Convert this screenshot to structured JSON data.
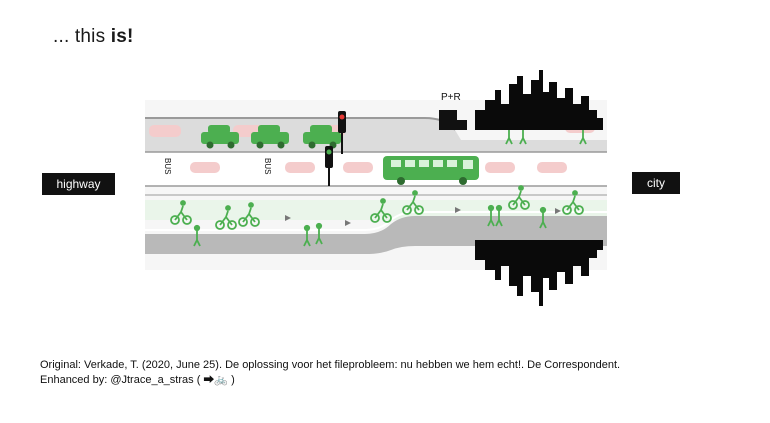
{
  "title": {
    "prefix": "... this ",
    "emphasis": "is!"
  },
  "labels": {
    "highway": "highway",
    "city": "city",
    "park_and_ride": "P+R",
    "bus_lane_1": "BUS",
    "bus_lane_2": "BUS"
  },
  "credits": {
    "original": "Original: Verkade, T. (2020, June 25). De oplossing voor het fileprobleem: nu hebben we hem echt!. De Correspondent.",
    "enhanced": "Enhanced by: @Jtrace_a_stras ( ⮕🚲 )"
  },
  "colors": {
    "green": "#4caf50",
    "road": "#b9b9b9",
    "lane_bg": "#f2f2f2",
    "ghost_car": "#f4cccc",
    "city_black": "#0a0a0a"
  }
}
